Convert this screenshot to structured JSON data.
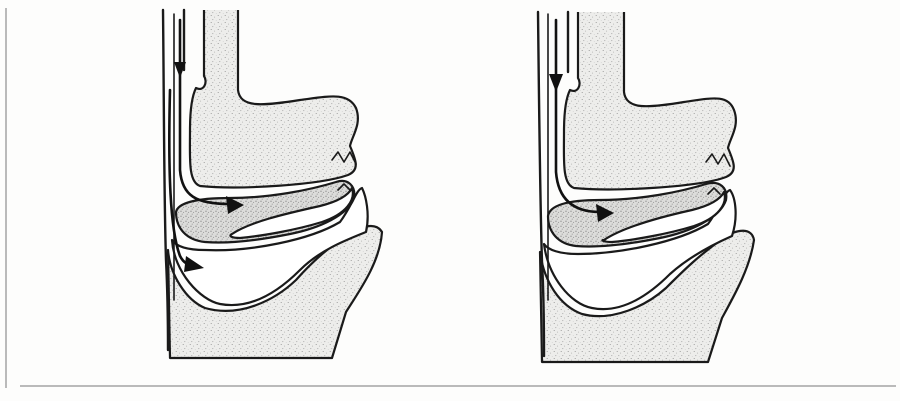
{
  "figure": {
    "background": "#fdfdfc",
    "ink": "#1a1a1a",
    "panels": [
      {
        "id": "left",
        "flow_arrows": 2
      },
      {
        "id": "right",
        "flow_arrows": 1
      }
    ]
  }
}
